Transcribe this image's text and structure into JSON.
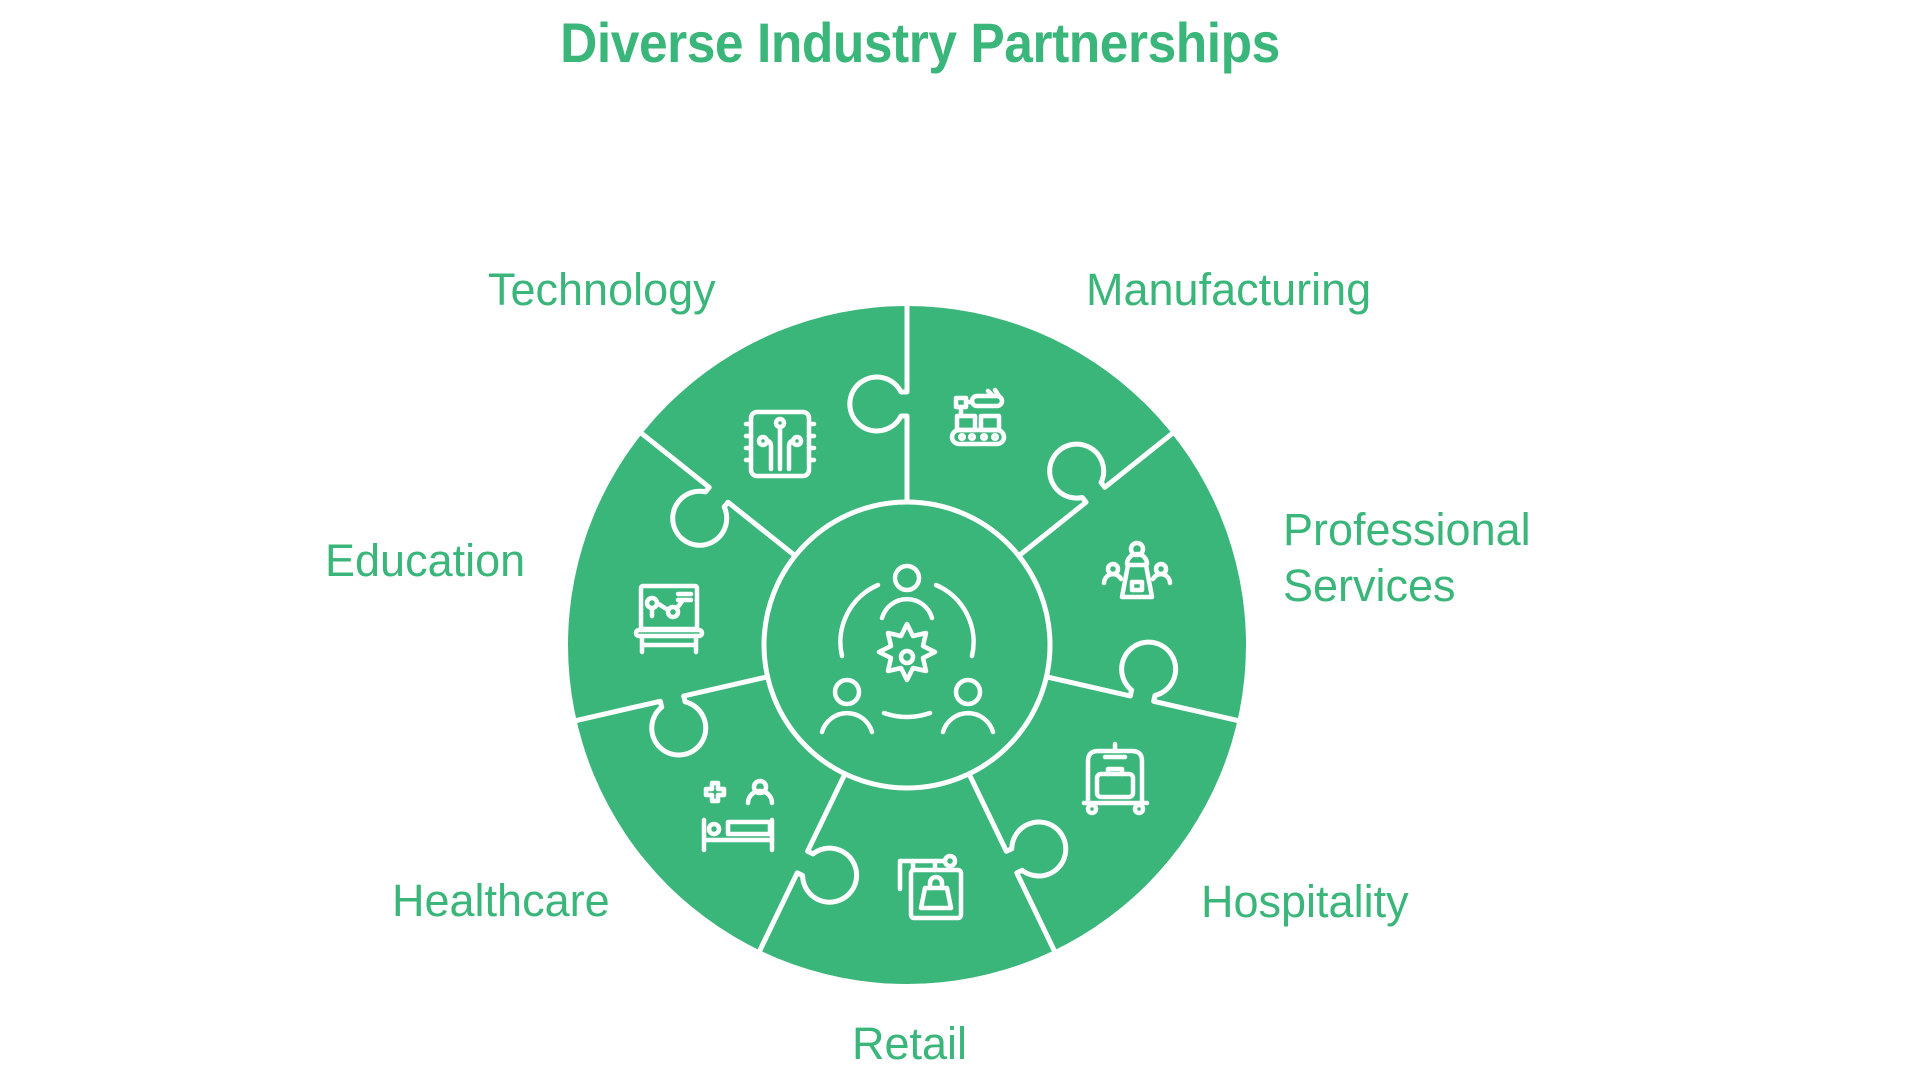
{
  "title": "Diverse Industry Partnerships",
  "colors": {
    "primary": "#3bb67a",
    "icon_stroke": "#ffffff",
    "background": "#ffffff"
  },
  "center": {
    "icon": "team-collaboration-gear-icon"
  },
  "segments": [
    {
      "label": "Technology",
      "icon": "circuit-chip-icon"
    },
    {
      "label": "Manufacturing",
      "icon": "conveyor-robot-arm-icon"
    },
    {
      "label_line1": "Professional",
      "label_line2": "Services",
      "icon": "meeting-table-icon"
    },
    {
      "label": "Hospitality",
      "icon": "luggage-cart-icon"
    },
    {
      "label": "Retail",
      "icon": "shop-sign-bag-icon"
    },
    {
      "label": "Healthcare",
      "icon": "hospital-bed-icon"
    },
    {
      "label": "Education",
      "icon": "presentation-board-icon"
    }
  ]
}
